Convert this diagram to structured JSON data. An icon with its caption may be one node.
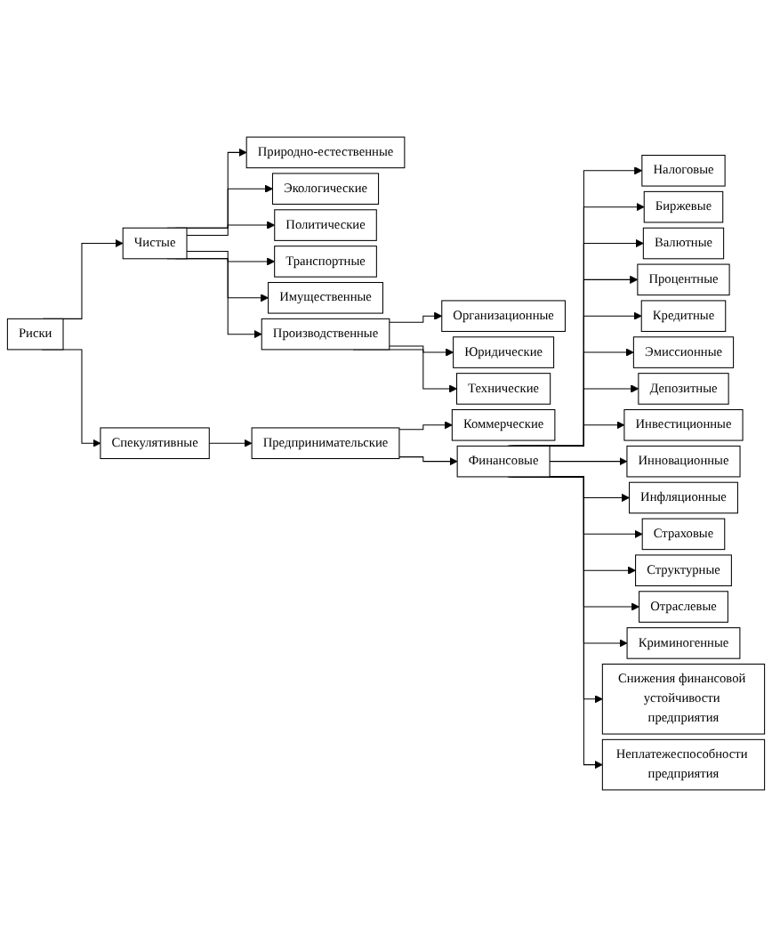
{
  "diagram": {
    "nodes": [
      {
        "text": [
          "Риски"
        ]
      },
      {
        "text": [
          "Чистые"
        ]
      },
      {
        "text": [
          "Спекулятивные"
        ]
      },
      {
        "text": [
          "Природно-естественные"
        ]
      },
      {
        "text": [
          "Экологические"
        ]
      },
      {
        "text": [
          "Политические"
        ]
      },
      {
        "text": [
          "Транспортные"
        ]
      },
      {
        "text": [
          "Имущественные"
        ]
      },
      {
        "text": [
          "Производственные"
        ]
      },
      {
        "text": [
          "Организационные"
        ]
      },
      {
        "text": [
          "Юридические"
        ]
      },
      {
        "text": [
          "Технические"
        ]
      },
      {
        "text": [
          "Предпринимательские"
        ]
      },
      {
        "text": [
          "Коммерческие"
        ]
      },
      {
        "text": [
          "Финансовые"
        ]
      },
      {
        "text": [
          "Налоговые"
        ]
      },
      {
        "text": [
          "Биржевые"
        ]
      },
      {
        "text": [
          "Валютные"
        ]
      },
      {
        "text": [
          "Процентные"
        ]
      },
      {
        "text": [
          "Кредитные"
        ]
      },
      {
        "text": [
          "Эмиссионные"
        ]
      },
      {
        "text": [
          "Депозитные"
        ]
      },
      {
        "text": [
          "Инвестиционные"
        ]
      },
      {
        "text": [
          "Инновационные"
        ]
      },
      {
        "text": [
          "Инфляционные"
        ]
      },
      {
        "text": [
          "Страховые"
        ]
      },
      {
        "text": [
          "Структурные"
        ]
      },
      {
        "text": [
          "Отраслевые"
        ]
      },
      {
        "text": [
          "Криминогенные"
        ]
      },
      {
        "text": [
          "Снижения финансовой устойчивости предприятия"
        ]
      },
      {
        "text": [
          "Неплатежеспособности предприятия"
        ]
      }
    ],
    "edges": [
      {
        "from": 0,
        "to": 1,
        "arrow": "to"
      },
      {
        "from": 0,
        "to": 2,
        "arrow": "to"
      },
      {
        "from": 1,
        "to": 3,
        "arrow": "to"
      },
      {
        "from": 1,
        "to": 4,
        "arrow": "to"
      },
      {
        "from": 1,
        "to": 5,
        "arrow": "to"
      },
      {
        "from": 1,
        "to": 6,
        "arrow": "to"
      },
      {
        "from": 1,
        "to": 7,
        "arrow": "to"
      },
      {
        "from": 1,
        "to": 8,
        "arrow": "to"
      },
      {
        "from": 8,
        "to": 9,
        "arrow": "to"
      },
      {
        "from": 8,
        "to": 10,
        "arrow": "to"
      },
      {
        "from": 8,
        "to": 11,
        "arrow": "to"
      },
      {
        "from": 2,
        "to": 12,
        "arrow": "to"
      },
      {
        "from": 12,
        "to": 13,
        "arrow": "to"
      },
      {
        "from": 12,
        "to": 14,
        "arrow": "to"
      },
      {
        "from": 14,
        "to": 15,
        "arrow": "to"
      },
      {
        "from": 14,
        "to": 16,
        "arrow": "to"
      },
      {
        "from": 14,
        "to": 17,
        "arrow": "to"
      },
      {
        "from": 14,
        "to": 18,
        "arrow": "to"
      },
      {
        "from": 14,
        "to": 19,
        "arrow": "to"
      },
      {
        "from": 14,
        "to": 20,
        "arrow": "to"
      },
      {
        "from": 14,
        "to": 21,
        "arrow": "to"
      },
      {
        "from": 14,
        "to": 22,
        "arrow": "to"
      },
      {
        "from": 14,
        "to": 23,
        "arrow": "to"
      },
      {
        "from": 14,
        "to": 24,
        "arrow": "to"
      },
      {
        "from": 14,
        "to": 25,
        "arrow": "to"
      },
      {
        "from": 14,
        "to": 26,
        "arrow": "to"
      },
      {
        "from": 14,
        "to": 27,
        "arrow": "to"
      },
      {
        "from": 14,
        "to": 28,
        "arrow": "to"
      },
      {
        "from": 14,
        "to": 29,
        "arrow": "to"
      },
      {
        "from": 14,
        "to": 30,
        "arrow": "to"
      }
    ]
  }
}
